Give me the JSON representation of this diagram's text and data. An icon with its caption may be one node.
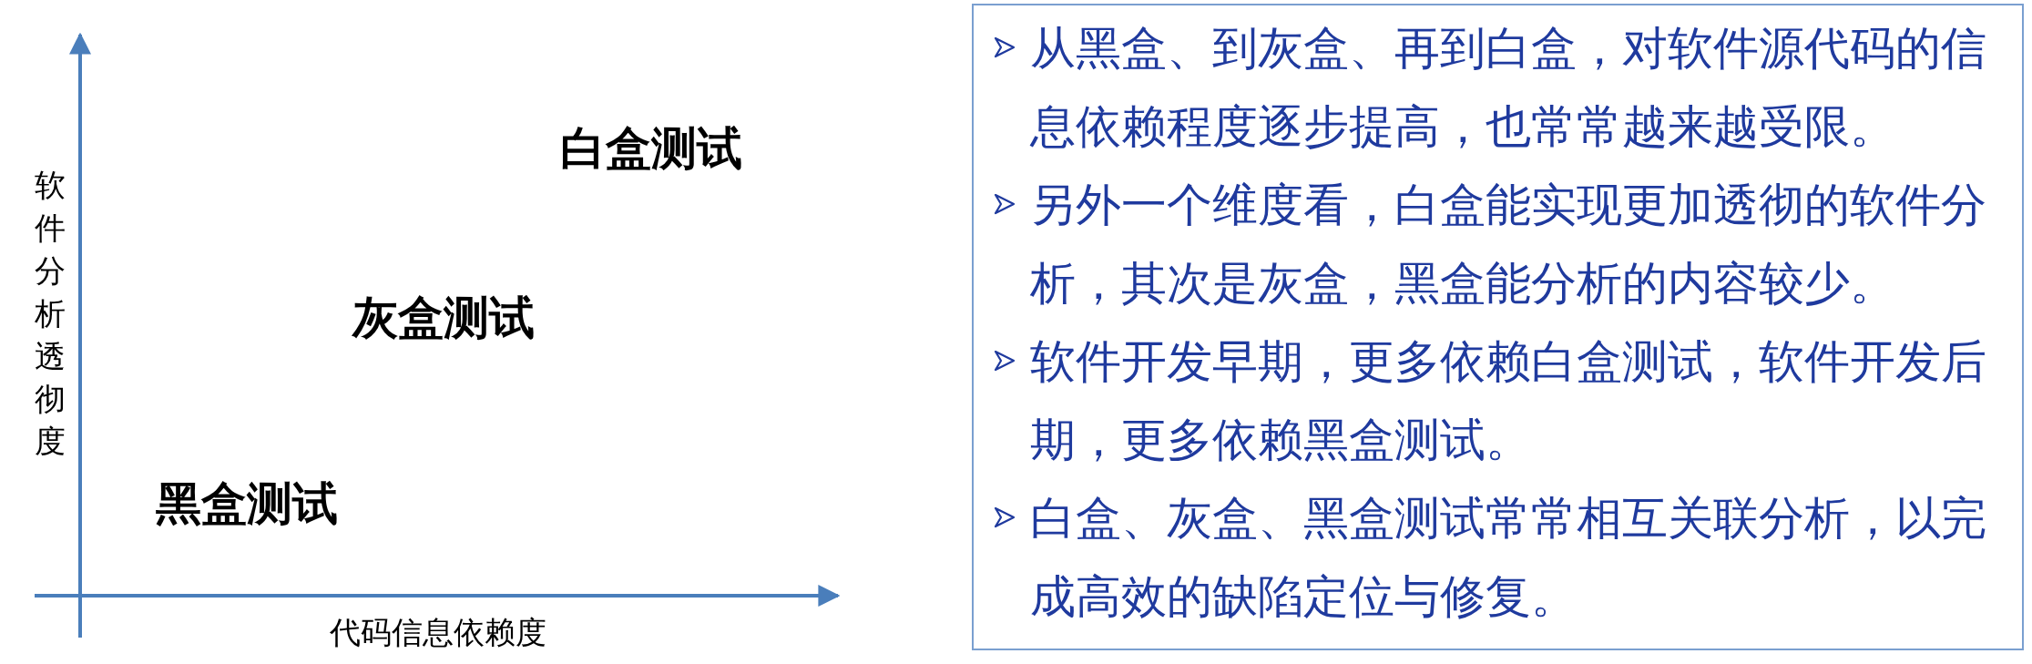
{
  "diagram": {
    "nodes": [
      {
        "text": [
          "从黑盒、到灰盒、再到白盒，对软件源代码的信息依赖程度逐步提高，也常常越来越受限。",
          "另外一个维度看，白盒能实现更加透彻的软件分析，其次是灰盒，黑盒能分析的内容较少。",
          "软件开发早期，更多依赖白盒测试，软件开发后期，更多依赖黑盒测试。",
          "白盒、灰盒、黑盒测试常常相互关联分析，以完成高效的缺陷定位与修复。"
        ]
      }
    ],
    "labels": [
      "白盒测试",
      "软件分析透彻度",
      "灰盒测试",
      "黑盒测试",
      "代码信息依赖度"
    ]
  }
}
